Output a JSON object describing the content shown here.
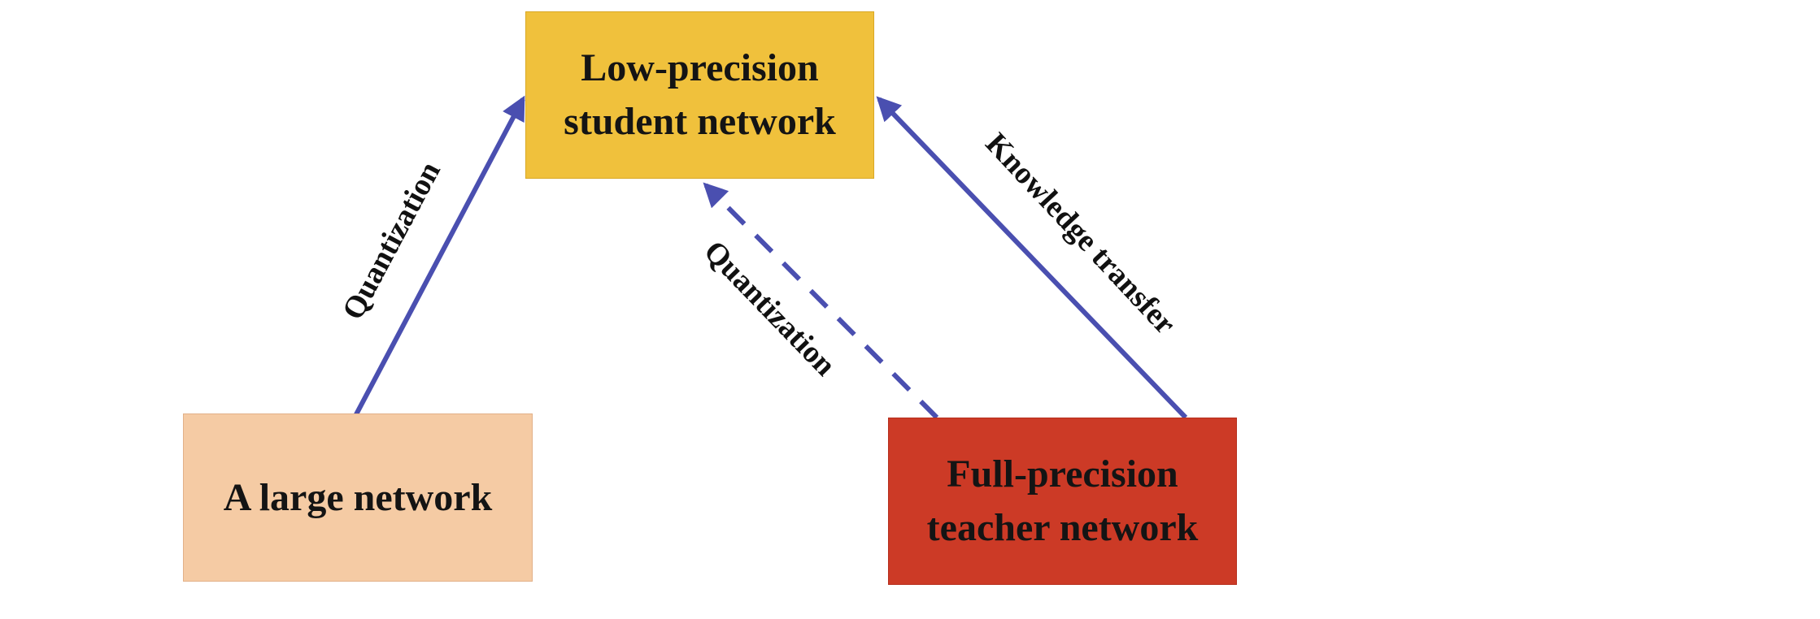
{
  "nodes": {
    "student": {
      "label": "Low-precision\nstudent network",
      "color": "#f0c13c"
    },
    "large": {
      "label": "A large network",
      "color": "#f5cba4"
    },
    "teacher": {
      "label": "Full-precision\nteacher network",
      "color": "#cc3a26"
    }
  },
  "edges": {
    "large_to_student": {
      "label": "Quantization",
      "style": "solid"
    },
    "teacher_to_student_dashed": {
      "label": "Quantization",
      "style": "dashed"
    },
    "teacher_to_student": {
      "label": "Knowledge transfer",
      "style": "solid"
    }
  },
  "colors": {
    "arrow": "#4a4fb0"
  }
}
